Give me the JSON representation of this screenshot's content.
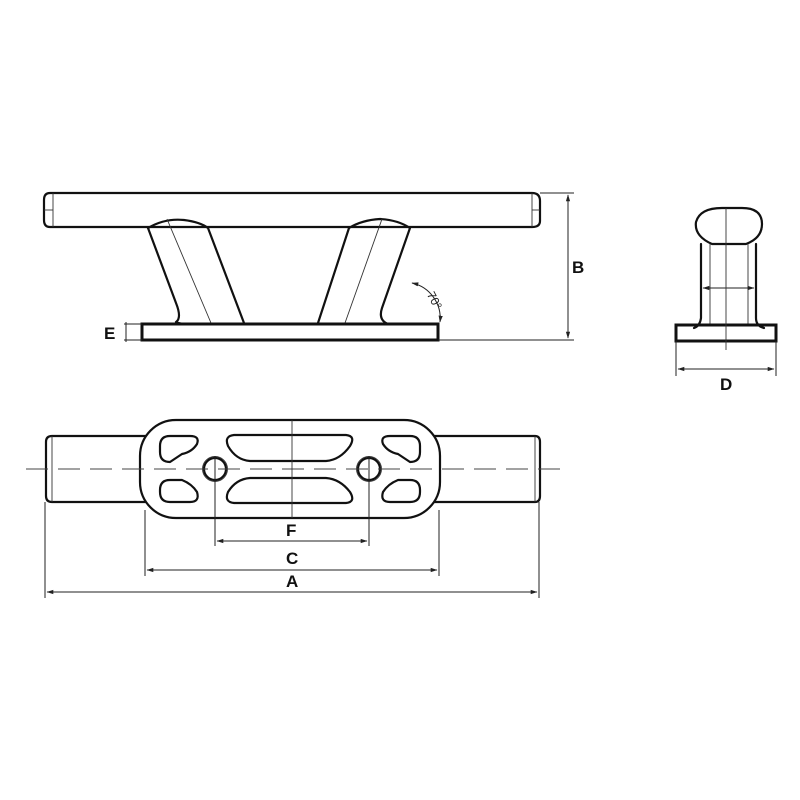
{
  "drawing": {
    "subject": "Boat cleat technical drawing",
    "views": [
      "side-view",
      "end-view",
      "top-view"
    ],
    "dimension_labels": {
      "A": "A",
      "B": "B",
      "C": "C",
      "D": "D",
      "E": "E",
      "F": "F"
    },
    "angle_label": "70°",
    "line_color": "#111111",
    "background": "#ffffff"
  }
}
